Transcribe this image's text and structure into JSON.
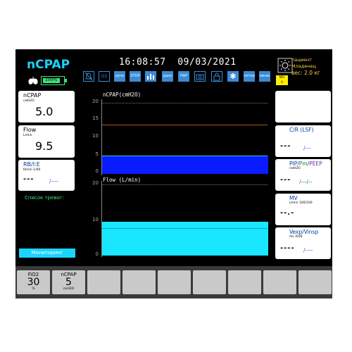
{
  "header": {
    "mode": "nCPAP",
    "time": "16:08:57",
    "date": "09/03/2021",
    "patient_line1": "пациент",
    "patient_line2": "Младенец",
    "weight_label": "вес:",
    "weight_value": "2.0",
    "weight_unit": "кг",
    "battery_label": "100%"
  },
  "toolbar": {
    "icons": [
      {
        "name": "alarm-mute-icon",
        "text": ""
      },
      {
        "name": "o2-icon",
        "text": "O2"
      },
      {
        "name": "manual-breath-icon",
        "text": "ручн"
      },
      {
        "name": "stop-icon",
        "text": "STOP"
      },
      {
        "name": "trends-icon",
        "text": ""
      },
      {
        "name": "data-icon",
        "text": "данн"
      },
      {
        "name": "settings-icon",
        "text": "ПАР"
      },
      {
        "name": "camera-icon",
        "text": ""
      },
      {
        "name": "lock-icon",
        "text": ""
      },
      {
        "name": "freeze-icon",
        "text": ""
      },
      {
        "name": "loops-icon",
        "text": "петли"
      },
      {
        "name": "menu-icon",
        "text": "меню"
      }
    ],
    "nivo_line1": "NIV",
    "nivo_line2": "0"
  },
  "left_panels": {
    "ncpap": {
      "label": "nCPAP",
      "unit": "смH2O",
      "value": "5.0"
    },
    "flow": {
      "label": "Flow",
      "unit": "L/min",
      "value": "9.5"
    },
    "rb": {
      "label": "RB/I:E",
      "unit": "б/min   1/00",
      "value": "---",
      "slash": "/----"
    }
  },
  "alarm": {
    "title": "Список тревог:"
  },
  "monitor_button": "Мониторинг",
  "graphs": {
    "pressure": {
      "label": "nCPAP(cmH2O)",
      "ticks": [
        "20",
        "15",
        "10",
        "5",
        "0"
      ]
    },
    "flow": {
      "label": "Flow (L/min)",
      "ticks": [
        "20",
        "10",
        "0"
      ]
    }
  },
  "right_panels": [
    {
      "label": "",
      "unit": "",
      "value": "",
      "slash": ""
    },
    {
      "label": "C/R (LSF)",
      "unit": "",
      "value": "---",
      "slash": "/---"
    },
    {
      "label": "PIP/Pm/PEEP",
      "unit": "смH2O",
      "value": "---",
      "slash": "/---/--"
    },
    {
      "label": "MV",
      "unit": "L/min   100/100",
      "value": "--.-",
      "slash": ""
    },
    {
      "label": "Vexp/Vinsp",
      "unit": "mL    0/00",
      "value": "----",
      "slash": "/----"
    }
  ],
  "bottom_tiles": [
    {
      "label": "FiO2",
      "value": "30",
      "unit": "%"
    },
    {
      "label": "nCPAP",
      "value": "5",
      "unit": "смH2O"
    }
  ],
  "colors": {
    "pressure_fill": "#0a1bff",
    "flow_fill": "#19e6ff",
    "mode_text": "#19d4ff"
  }
}
